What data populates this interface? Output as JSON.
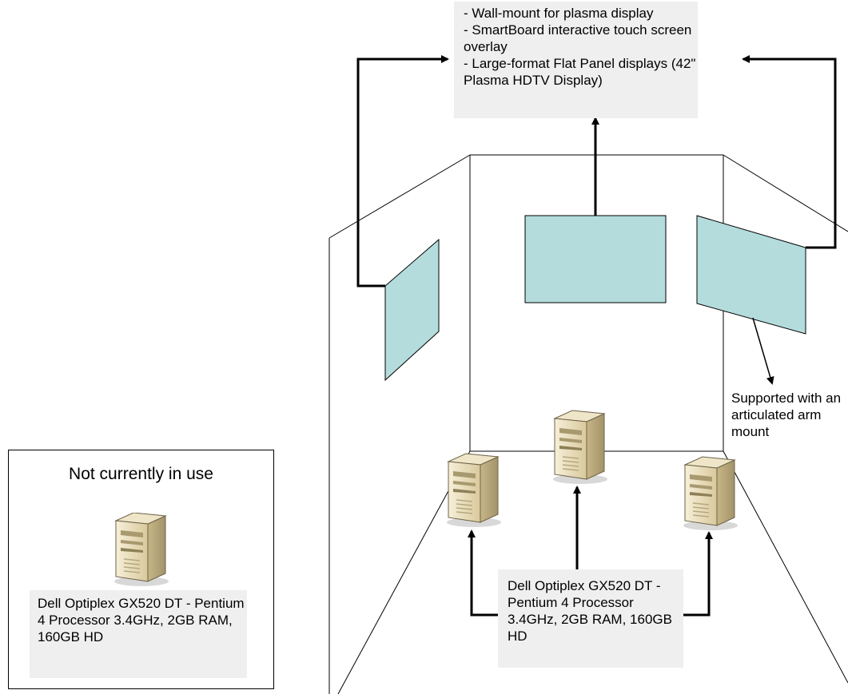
{
  "callouts": {
    "displays": "- Wall-mount for plasma display\n- SmartBoard interactive touch screen overlay\n- Large-format Flat Panel displays (42\" Plasma HDTV Display)",
    "arm_mount": "Supported with an articulated arm mount",
    "computers": "Dell Optiplex GX520 DT - Pentium 4 Processor 3.4GHz, 2GB RAM, 160GB HD"
  },
  "legend": {
    "title": "Not currently in use",
    "spec": "Dell Optiplex GX520 DT - Pentium 4 Processor 3.4GHz, 2GB RAM, 160GB HD"
  },
  "colors": {
    "screen_fill": "#b4dcdc",
    "callout_fill": "#efefef",
    "tower_body": "#ece0c0",
    "tower_shade": "#c9b98d"
  },
  "icons": [
    "computer-tower-icon"
  ]
}
